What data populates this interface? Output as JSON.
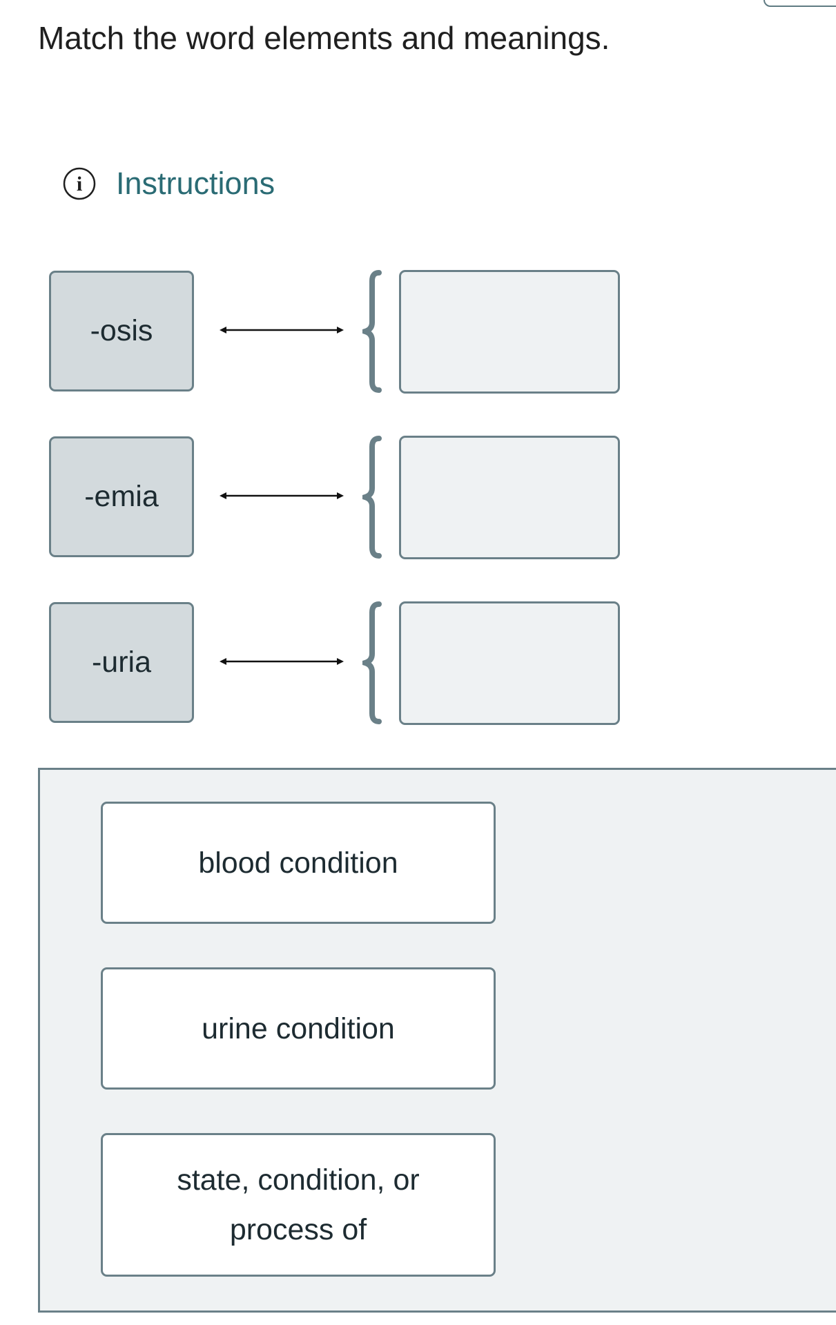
{
  "prompt": "Match the word elements and meanings.",
  "instructions": {
    "label": "Instructions",
    "icon": "info-icon"
  },
  "terms": [
    {
      "label": "-osis"
    },
    {
      "label": "-emia"
    },
    {
      "label": "-uria"
    }
  ],
  "choices": [
    {
      "label": "blood condition"
    },
    {
      "label": "urine condition"
    },
    {
      "label": "state, condition, or process of"
    }
  ],
  "colors": {
    "accent_teal": "#2a6b74",
    "border": "#6a8088",
    "term_fill": "#d3dadd",
    "slot_fill": "#eff2f3"
  }
}
